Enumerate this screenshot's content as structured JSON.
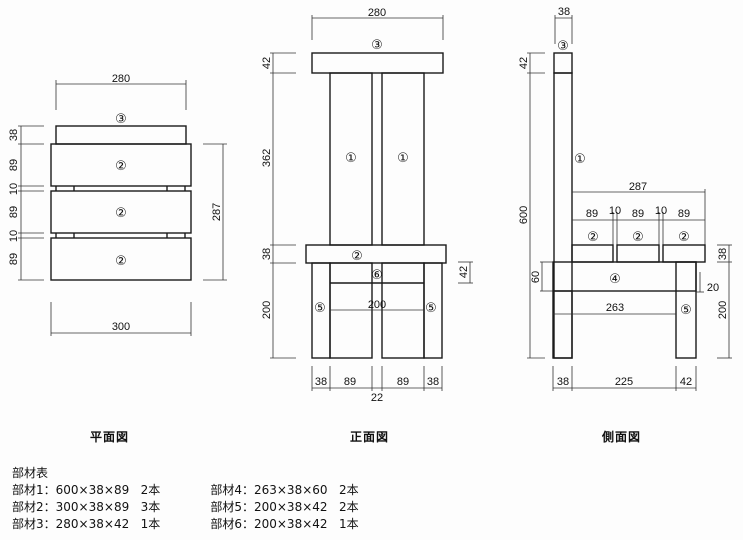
{
  "views": {
    "plan": {
      "label": "平面図"
    },
    "front": {
      "label": "正面図"
    },
    "side": {
      "label": "側面図"
    }
  },
  "dimensions": {
    "plan": {
      "top_width": "280",
      "bottom_width": "300",
      "total_depth": "287",
      "left": [
        "38",
        "89",
        "10",
        "89",
        "10",
        "89"
      ]
    },
    "front": {
      "top_width": "280",
      "top_h": "42",
      "back_h": "362",
      "seat_h": "38",
      "leg_h": "200",
      "rail_h": "42",
      "inner_width": "200",
      "bottom": [
        "38",
        "89",
        "89",
        "38"
      ],
      "gap": "22"
    },
    "side": {
      "top_w": "38",
      "top_h": "42",
      "total_h": "600",
      "seat_depth": "287",
      "slats": [
        "89",
        "10",
        "89",
        "10",
        "89"
      ],
      "seat_h": "38",
      "rail_h": "60",
      "rail_len": "263",
      "rail_gap": "20",
      "leg_h": "200",
      "bottom": [
        "38",
        "225",
        "42"
      ]
    }
  },
  "part_markers": {
    "p1": "①",
    "p2": "②",
    "p3": "③",
    "p4": "④",
    "p5": "⑤",
    "p6": "⑥"
  },
  "parts_table": {
    "title": "部材表",
    "left": [
      {
        "name": "部材1",
        "size": "600×38×89",
        "qty": "2本"
      },
      {
        "name": "部材2",
        "size": "300×38×89",
        "qty": "3本"
      },
      {
        "name": "部材3",
        "size": "280×38×42",
        "qty": "1本"
      }
    ],
    "right": [
      {
        "name": "部材4",
        "size": "263×38×60",
        "qty": "2本"
      },
      {
        "name": "部材5",
        "size": "200×38×42",
        "qty": "2本"
      },
      {
        "name": "部材6",
        "size": "200×38×42",
        "qty": "1本"
      }
    ]
  }
}
